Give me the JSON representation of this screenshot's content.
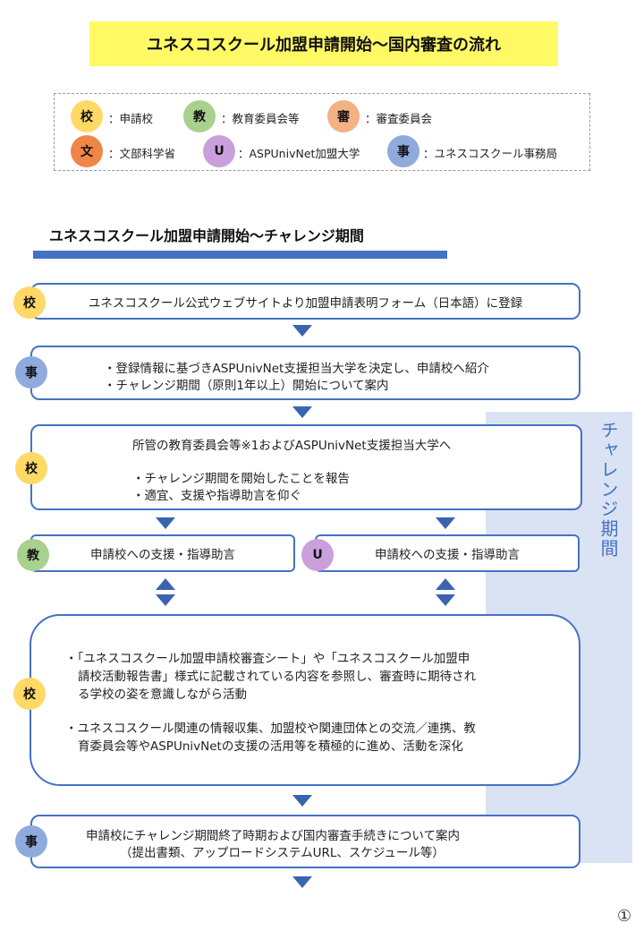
{
  "title": "ユネスコスクール加盟申請開始～国内審査の流れ",
  "legend": [
    {
      "badge": "校",
      "label": "：申請校"
    },
    {
      "badge": "教",
      "label": "：教育委員会等"
    },
    {
      "badge": "審",
      "label": "：審査委員会"
    },
    {
      "badge": "文",
      "label": "：文部科学省"
    },
    {
      "badge": "U",
      "label": "：ASPUnivNet加盟大学"
    },
    {
      "badge": "事",
      "label": "：ユネスコスクール事務局"
    }
  ],
  "section_heading": "ユネスコスクール加盟申請開始～チャレンジ期間",
  "challenge_label": "チャレンジ期間",
  "steps": {
    "s1": {
      "badge": "校",
      "text": "ユネスコスクール公式ウェブサイトより加盟申請表明フォーム（日本語）に登録"
    },
    "s2": {
      "badge": "事",
      "lines": [
        "・登録情報に基づきASPUnivNet支援担当大学を決定し、申請校へ紹介",
        "・チャレンジ期間（原則1年以上）開始について案内"
      ]
    },
    "s3": {
      "badge": "校",
      "lines": [
        "所管の教育委員会等※1およびASPUnivNet支援担当大学へ",
        "・チャレンジ期間を開始したことを報告",
        "・適宜、支援や指導助言を仰ぐ"
      ]
    },
    "s4a": {
      "badge": "教",
      "text": "申請校への支援・指導助言"
    },
    "s4b": {
      "badge": "U",
      "text": "申請校への支援・指導助言"
    },
    "s5": {
      "badge": "校",
      "lines": [
        "・「ユネスコスクール加盟申請校審査シート」や「ユネスコスクール加盟申",
        "請校活動報告書」様式に記載されている内容を参照し、審査時に期待され",
        "る学校の姿を意識しながら活動",
        "・ユネスコスクール関連の情報収集、加盟校や関連団体との交流／連携、教",
        "育委員会等やASPUnivNetの支援の活用等を積極的に進め、活動を深化"
      ]
    },
    "s6": {
      "badge": "事",
      "lines": [
        "申請校にチャレンジ期間終了時期および国内審査手続きについて案内",
        "（提出書類、アップロードシステムURL、スケジュール等）"
      ]
    }
  },
  "page_number": "①",
  "colors": {
    "accent": "#4472c4",
    "title_bg": "#fff966",
    "band": "#dae3f3",
    "school": "#ffd966",
    "board": "#a9d18e",
    "committee": "#f4b183",
    "ministry": "#f08548",
    "university": "#c9a0dc",
    "office": "#8faadc"
  }
}
